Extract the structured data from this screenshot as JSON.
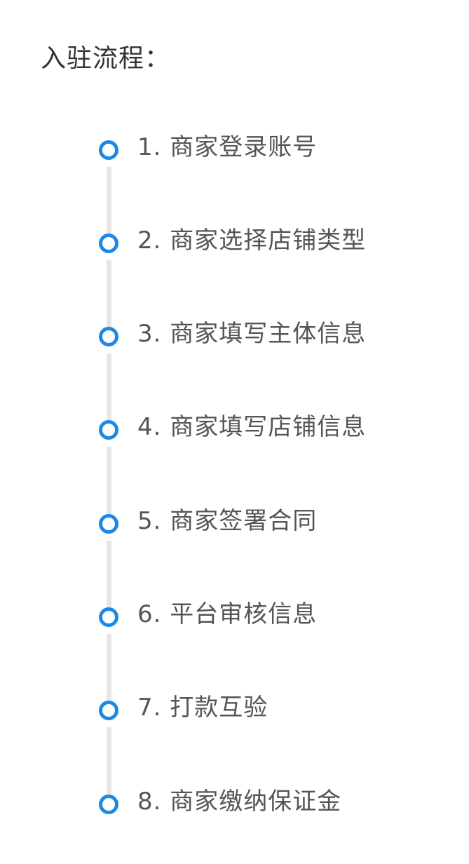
{
  "title": "入驻流程：",
  "accent_color": "#1e88e5",
  "line_color": "#e6e6e6",
  "steps": [
    {
      "label": "1. 商家登录账号"
    },
    {
      "label": "2. 商家选择店铺类型"
    },
    {
      "label": "3. 商家填写主体信息"
    },
    {
      "label": "4. 商家填写店铺信息"
    },
    {
      "label": "5. 商家签署合同"
    },
    {
      "label": "6. 平台审核信息"
    },
    {
      "label": "7. 打款互验"
    },
    {
      "label": "8. 商家缴纳保证金"
    }
  ]
}
